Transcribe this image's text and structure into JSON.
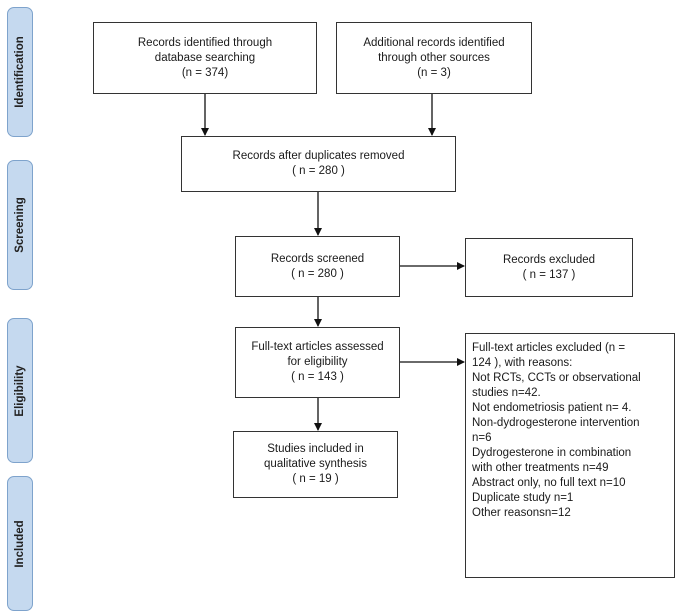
{
  "phases": {
    "identification": "Identification",
    "screening": "Screening",
    "eligibility": "Eligibility",
    "included": "Included"
  },
  "boxes": {
    "database": {
      "lines": [
        "Records identified through",
        "database searching",
        "(n = 374)"
      ]
    },
    "other_sources": {
      "lines": [
        "Additional records identified",
        "through other sources",
        "(n  =  3)"
      ]
    },
    "after_duplicates": {
      "lines": [
        "Records after duplicates removed",
        "( n = 280 )"
      ]
    },
    "screened": {
      "lines": [
        "Records screened",
        "( n = 280 )"
      ]
    },
    "excluded": {
      "lines": [
        "Records excluded",
        "( n = 137 )"
      ]
    },
    "fulltext": {
      "lines": [
        "Full-text articles assessed",
        "for eligibility",
        "( n = 143 )"
      ]
    },
    "fulltext_excluded": {
      "lines": [
        "Full-text articles excluded (n =",
        "124 ), with reasons:",
        "Not RCTs, CCTs or observational",
        "studies n=42.",
        "Not endometriosis patient n= 4.",
        "Non-dydrogesterone intervention",
        "n=6",
        "Dydrogesterone in combination",
        "with other treatments n=49",
        "Abstract only, no full text n=10",
        "Duplicate study n=1",
        "Other reasonsn=12"
      ]
    },
    "included": {
      "lines": [
        "Studies included in",
        "qualitative synthesis",
        "( n = 19 )"
      ]
    }
  }
}
